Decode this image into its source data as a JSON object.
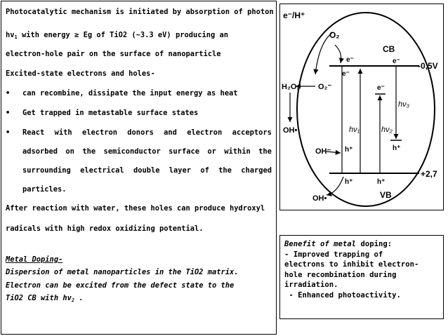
{
  "text_panel": {
    "intro_line1": "Photocatalytic mechanism is initiated by absorption of photon",
    "intro_line2_prefix": "hv",
    "intro_line2_sub": "1",
    "intro_line2_rest": " with energy ≥ Eg of TiO2 (~3.3 eV) producing an",
    "intro_line3": "electron-hole pair on the surface of  nanoparticle",
    "heading": "Excited-state electrons and holes-",
    "bullet_char": "•",
    "bullet1": "can recombine, dissipate the input energy as heat",
    "bullet2": "Get trapped in metastable surface states",
    "bullet3_lines": [
      [
        "React",
        "with",
        "electron",
        "donors",
        "and",
        "electron",
        "acceptors"
      ],
      [
        "adsorbed",
        "on",
        "the",
        "semiconductor",
        "surface",
        "or",
        "within",
        "the"
      ],
      [
        "surrounding",
        "electrical",
        "double",
        "layer",
        "of",
        "the",
        "charged"
      ]
    ],
    "bullet3_last": "particles.",
    "after_line1": "After reaction with water, these holes can produce hydroxyl",
    "after_line2": "radicals with high redox oxidizing potential.",
    "doping_title": "Metal Doping-",
    "doping_line1": "Dispersion of metal nanoparticles in the TiO2 matrix.",
    "doping_line2": "Electron can be excited from the defect state to the",
    "doping_line3_prefix": "TiO2 CB with hv",
    "doping_line3_sub": "2",
    "doping_line3_suffix": " ."
  },
  "diagram": {
    "e_h_label": "e⁻/H⁺",
    "o2_label": "O₂",
    "h2o2_label": "H₂O₂",
    "o2_minus_label": "O₂⁻",
    "oh_radical_top": "OH•",
    "oh_minus_label": "OH⁻",
    "oh_radical_bottom": "OH•",
    "cb_label": "CB",
    "vb_label": "VB",
    "cb_potential": "-0,5V",
    "vb_potential": "+2,7",
    "electron_label": "e⁻",
    "hole_label": "h⁺",
    "hv1": "hν₁",
    "hv2": "hν₂",
    "hv3": "hν₃"
  },
  "benefit": {
    "title_italic": "Benefit of metal",
    "title_rest": " doping:",
    "lines": [
      "- Improved trapping of",
      "electrons to inhibit electron-",
      "hole recombination during",
      "irradiation.",
      " - Enhanced photoactivity."
    ]
  }
}
